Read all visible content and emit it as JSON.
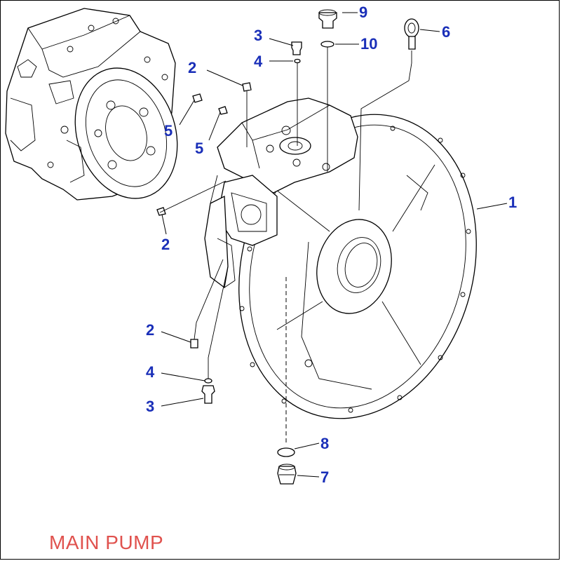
{
  "caption": "MAIN PUMP",
  "callouts": {
    "c1": "1",
    "c2a": "2",
    "c2b": "2",
    "c2c": "2",
    "c3a": "3",
    "c3b": "3",
    "c4a": "4",
    "c4b": "4",
    "c5a": "5",
    "c5b": "5",
    "c6": "6",
    "c7": "7",
    "c8": "8",
    "c9": "9",
    "c10": "10"
  },
  "colors": {
    "callout": "#1a2fb8",
    "caption": "#e0524e"
  }
}
